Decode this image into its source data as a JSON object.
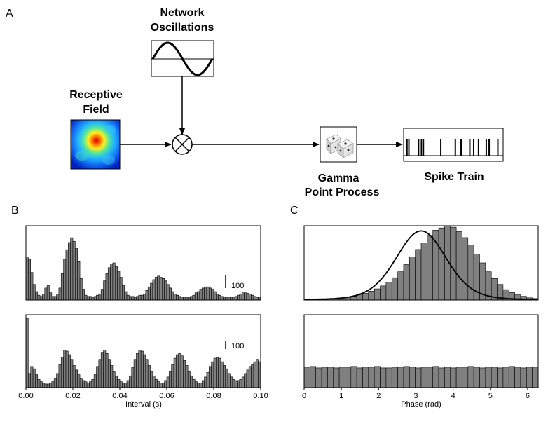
{
  "panels": {
    "a": "A",
    "b": "B",
    "c": "C"
  },
  "schematic": {
    "oscillations_label": [
      "Network",
      "Oscillations"
    ],
    "receptive_field_label": [
      "Receptive",
      "Field"
    ],
    "gamma_label": [
      "Gamma",
      "Point Process"
    ],
    "spike_train_label": "Spike Train",
    "multiply_symbol": "⊗",
    "spike_times": [
      0.02,
      0.04,
      0.14,
      0.17,
      0.19,
      0.37,
      0.52,
      0.58,
      0.67,
      0.71,
      0.76,
      0.84,
      0.87,
      0.96
    ]
  },
  "colors": {
    "bar_fill": "#808080",
    "bar_stroke": "#000000",
    "fit_line": "#000000"
  },
  "chart_data": [
    {
      "type": "bar",
      "id": "isi-top",
      "xlim": [
        0,
        0.1
      ],
      "ylim": [
        0,
        310
      ],
      "bin_width": 0.001,
      "x_start": 0.0005,
      "values": [
        180,
        170,
        115,
        65,
        35,
        20,
        15,
        25,
        50,
        60,
        30,
        15,
        15,
        25,
        50,
        110,
        170,
        210,
        240,
        260,
        245,
        215,
        160,
        90,
        45,
        20,
        15,
        15,
        10,
        15,
        20,
        25,
        45,
        80,
        110,
        135,
        150,
        155,
        140,
        120,
        95,
        60,
        35,
        20,
        15,
        15,
        10,
        15,
        20,
        20,
        25,
        40,
        55,
        70,
        85,
        95,
        100,
        95,
        90,
        80,
        65,
        50,
        35,
        25,
        20,
        15,
        12,
        10,
        10,
        12,
        15,
        20,
        30,
        35,
        45,
        50,
        55,
        55,
        50,
        45,
        35,
        25,
        20,
        15,
        12,
        10,
        10,
        10,
        12,
        15,
        20,
        25,
        30,
        30,
        28,
        25,
        20,
        15,
        12,
        10
      ],
      "scale_bar": {
        "value": 100,
        "label": "100"
      },
      "xlabel": "",
      "ylabel": ""
    },
    {
      "type": "bar",
      "id": "isi-bottom",
      "xlim": [
        0,
        0.1
      ],
      "ylim": [
        0,
        310
      ],
      "bin_width": 0.001,
      "x_start": 0.0005,
      "values": [
        295,
        60,
        90,
        80,
        55,
        35,
        25,
        20,
        15,
        15,
        20,
        25,
        40,
        60,
        100,
        130,
        160,
        155,
        140,
        120,
        95,
        75,
        55,
        40,
        30,
        25,
        20,
        25,
        35,
        55,
        90,
        120,
        150,
        160,
        145,
        120,
        95,
        70,
        50,
        35,
        25,
        20,
        20,
        30,
        50,
        85,
        120,
        145,
        160,
        155,
        140,
        120,
        95,
        70,
        50,
        35,
        25,
        20,
        20,
        30,
        45,
        70,
        100,
        125,
        140,
        145,
        135,
        115,
        95,
        70,
        50,
        35,
        25,
        20,
        20,
        30,
        45,
        65,
        90,
        110,
        125,
        130,
        125,
        110,
        95,
        80,
        60,
        45,
        35,
        30,
        30,
        35,
        45,
        60,
        75,
        90,
        100,
        110,
        120,
        110
      ],
      "scale_bar": {
        "value": 100,
        "label": "100"
      },
      "xticks": [
        0.0,
        0.02,
        0.04,
        0.06,
        0.08,
        0.1
      ],
      "xtick_labels": [
        "0.00",
        "0.02",
        "0.04",
        "0.06",
        "0.08",
        "0.10"
      ],
      "xlabel": "Interval (s)",
      "ylabel": ""
    },
    {
      "type": "bar",
      "id": "phase-top",
      "xlim": [
        0,
        6.2832
      ],
      "ylim": [
        0,
        1.0
      ],
      "bins": 40,
      "values": [
        0.01,
        0.01,
        0.01,
        0.01,
        0.02,
        0.02,
        0.03,
        0.04,
        0.05,
        0.07,
        0.09,
        0.12,
        0.15,
        0.19,
        0.24,
        0.3,
        0.38,
        0.48,
        0.58,
        0.68,
        0.77,
        0.87,
        0.94,
        0.97,
        1.02,
        0.98,
        0.92,
        0.84,
        0.74,
        0.62,
        0.5,
        0.38,
        0.29,
        0.21,
        0.14,
        0.1,
        0.07,
        0.05,
        0.03,
        0.02
      ],
      "fit": {
        "type": "von-mises",
        "mu": 3.14159,
        "kappa": 2.3,
        "peak": 0.93
      },
      "xlabel": "",
      "ylabel": ""
    },
    {
      "type": "bar",
      "id": "phase-bottom",
      "xlim": [
        0,
        6.2832
      ],
      "ylim": [
        0,
        1.0
      ],
      "bins": 40,
      "values": [
        0.28,
        0.29,
        0.27,
        0.28,
        0.28,
        0.27,
        0.28,
        0.28,
        0.29,
        0.27,
        0.28,
        0.28,
        0.29,
        0.27,
        0.27,
        0.28,
        0.28,
        0.29,
        0.28,
        0.27,
        0.28,
        0.28,
        0.29,
        0.27,
        0.28,
        0.27,
        0.28,
        0.28,
        0.29,
        0.28,
        0.27,
        0.28,
        0.28,
        0.27,
        0.28,
        0.29,
        0.28,
        0.27,
        0.28,
        0.28
      ],
      "xticks": [
        0,
        1,
        2,
        3,
        4,
        5,
        6
      ],
      "xtick_labels": [
        "0",
        "1",
        "2",
        "3",
        "4",
        "5",
        "6"
      ],
      "xlabel": "Phase (rad)",
      "ylabel": ""
    }
  ]
}
